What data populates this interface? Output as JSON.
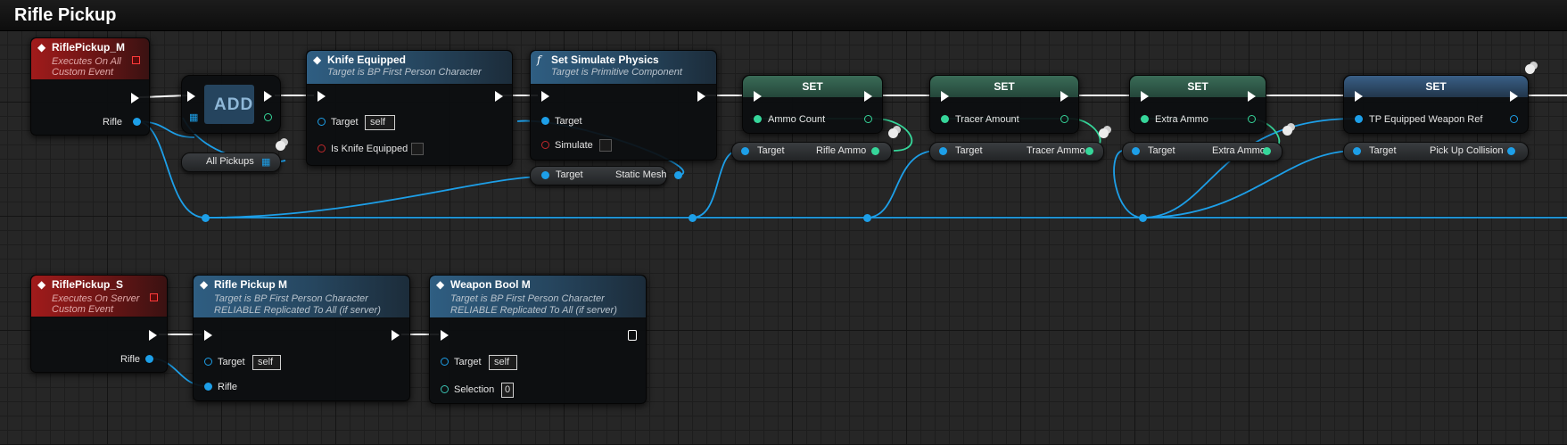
{
  "graph": {
    "title": "Rifle Pickup"
  },
  "nodes": {
    "event_m": {
      "title": "RiflePickup_M",
      "sub1": "Executes On All",
      "sub2": "Custom Event",
      "pin": "Rifle"
    },
    "add": {
      "label": "ADD",
      "pill": "All Pickups"
    },
    "knife": {
      "title": "Knife Equipped",
      "sub": "Target is BP First Person Character",
      "target_label": "Target",
      "target_value": "self",
      "bool_label": "Is Knife Equipped"
    },
    "physics": {
      "title": "Set Simulate Physics",
      "sub": "Target is Primitive Component",
      "target_label": "Target",
      "simulate_label": "Simulate"
    },
    "static_mesh": {
      "target": "Target",
      "value": "Static Mesh"
    },
    "set1": {
      "title": "SET",
      "pin": "Ammo Count"
    },
    "getter1": {
      "target": "Target",
      "value": "Rifle Ammo"
    },
    "set2": {
      "title": "SET",
      "pin": "Tracer Amount"
    },
    "getter2": {
      "target": "Target",
      "value": "Tracer Ammo"
    },
    "set3": {
      "title": "SET",
      "pin": "Extra Ammo"
    },
    "getter3": {
      "target": "Target",
      "value": "Extra Ammo"
    },
    "set4": {
      "title": "SET",
      "pin": "TP Equipped Weapon Ref"
    },
    "getter4": {
      "target": "Target",
      "value": "Pick Up Collision"
    },
    "event_s": {
      "title": "RiflePickup_S",
      "sub1": "Executes On Server",
      "sub2": "Custom Event",
      "pin": "Rifle"
    },
    "rifle_m": {
      "title": "Rifle Pickup M",
      "sub1": "Target is BP First Person Character",
      "sub2": "RELIABLE Replicated To All (if server)",
      "target_label": "Target",
      "target_value": "self",
      "rifle_label": "Rifle"
    },
    "weapon_bool": {
      "title": "Weapon Bool M",
      "sub1": "Target is BP First Person Character",
      "sub2": "RELIABLE Replicated To All (if server)",
      "target_label": "Target",
      "target_value": "self",
      "selection_label": "Selection",
      "selection_value": "0"
    }
  },
  "colors": {
    "object_pin": "#1d9fe8",
    "int_pin": "#36d69a",
    "bool_pin": "#c0282b",
    "exec": "#ffffff",
    "event_header": "#a11b1b",
    "function_header": "#2f5e82"
  },
  "icons": [
    "event-diamond-icon",
    "function-f-icon",
    "array-grid-icon",
    "comment-bubble-icon",
    "replicated-flag-icon"
  ]
}
